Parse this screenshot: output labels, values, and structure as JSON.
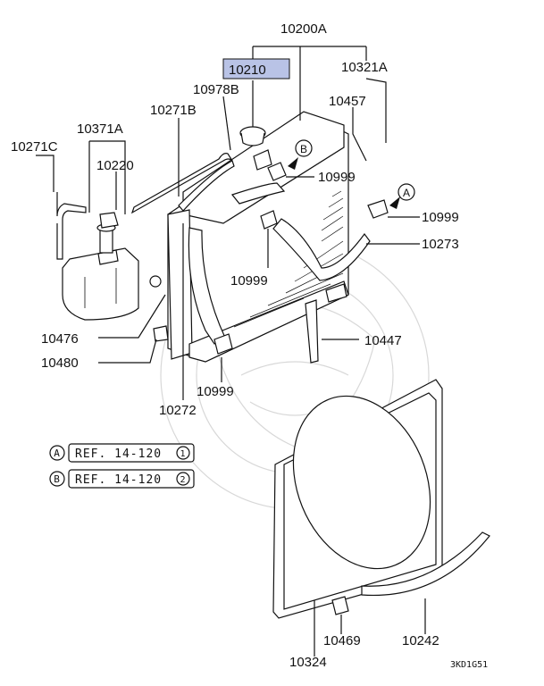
{
  "diagram": {
    "highlight_color": "#b9c3e6",
    "highlighted_part": "10210",
    "part_labels": {
      "p10200A": "10200A",
      "p10210": "10210",
      "p10321A": "10321A",
      "p10978B": "10978B",
      "p10457": "10457",
      "p10271B": "10271B",
      "p10371A": "10371A",
      "p10271C": "10271C",
      "p10220": "10220",
      "p10999_a": "10999",
      "p10999_b": "10999",
      "p10273": "10273",
      "p10999_c": "10999",
      "p10476": "10476",
      "p10447": "10447",
      "p10480": "10480",
      "p10999_d": "10999",
      "p10272": "10272",
      "p10469": "10469",
      "p10242": "10242",
      "p10324": "10324"
    },
    "callouts": {
      "a": "A",
      "b": "B"
    },
    "references": [
      {
        "marker": "A",
        "text": "REF. 14-120",
        "num": "1"
      },
      {
        "marker": "B",
        "text": "REF. 14-120",
        "num": "2"
      }
    ],
    "drawing_code": "3KD1G51"
  }
}
